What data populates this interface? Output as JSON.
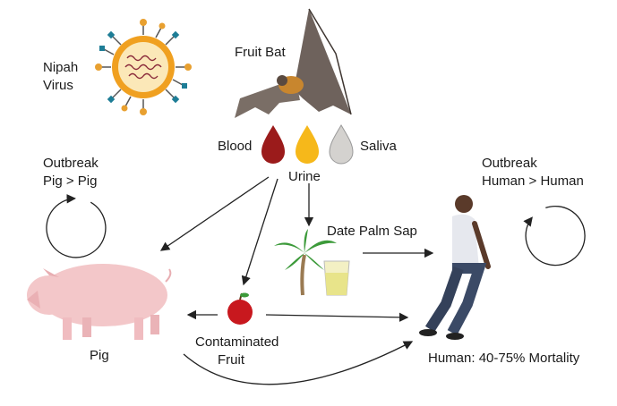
{
  "labels": {
    "virus_line1": "Nipah",
    "virus_line2": "Virus",
    "bat": "Fruit Bat",
    "blood": "Blood",
    "saliva": "Saliva",
    "urine": "Urine",
    "pig_outbreak_line1": "Outbreak",
    "pig_outbreak_line2": "Pig > Pig",
    "human_outbreak_line1": "Outbreak",
    "human_outbreak_line2": "Human > Human",
    "sap": "Date Palm Sap",
    "pig": "Pig",
    "fruit_line1": "Contaminated",
    "fruit_line2": "Fruit",
    "human": "Human: 40-75% Mortality"
  },
  "colors": {
    "blood": "#9b1b1b",
    "urine": "#f6b81a",
    "saliva": "#d4d2cf",
    "virus_ring": "#f0a020",
    "virus_spike_teal": "#1e7d96",
    "pig": "#f3c7c9",
    "arrow": "#222222"
  }
}
